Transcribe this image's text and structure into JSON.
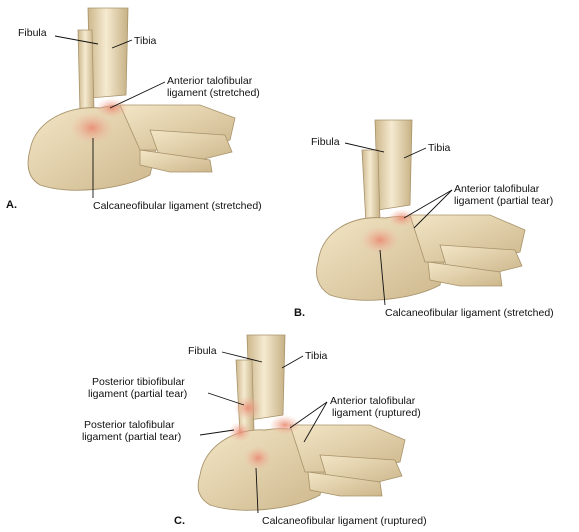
{
  "panels": [
    {
      "letter": "A.",
      "labels": {
        "fibula": "Fibula",
        "tibia": "Tibia",
        "atfl_1": "Anterior talofibular",
        "atfl_2": "ligament (stretched)",
        "cfl": "Calcaneofibular ligament (stretched)"
      }
    },
    {
      "letter": "B.",
      "labels": {
        "fibula": "Fibula",
        "tibia": "Tibia",
        "atfl_1": "Anterior talofibular",
        "atfl_2": "ligament (partial tear)",
        "cfl": "Calcaneofibular ligament (stretched)"
      }
    },
    {
      "letter": "C.",
      "labels": {
        "fibula": "Fibula",
        "tibia": "Tibia",
        "ptfl_a_1": "Posterior tibiofibular",
        "ptfl_a_2": "ligament (partial tear)",
        "ptfl_b_1": "Posterior talofibular",
        "ptfl_b_2": "ligament (partial tear)",
        "atfl_1": "Anterior talofibular",
        "atfl_2": "ligament (ruptured)",
        "cfl": "Calcaneofibular ligament (ruptured)"
      }
    }
  ],
  "colors": {
    "bone": "#e9d9b4",
    "bone_shadow": "#c9b48a",
    "bone_outline": "#a8936a",
    "ligament": "#e8937a",
    "leader": "#111111"
  }
}
